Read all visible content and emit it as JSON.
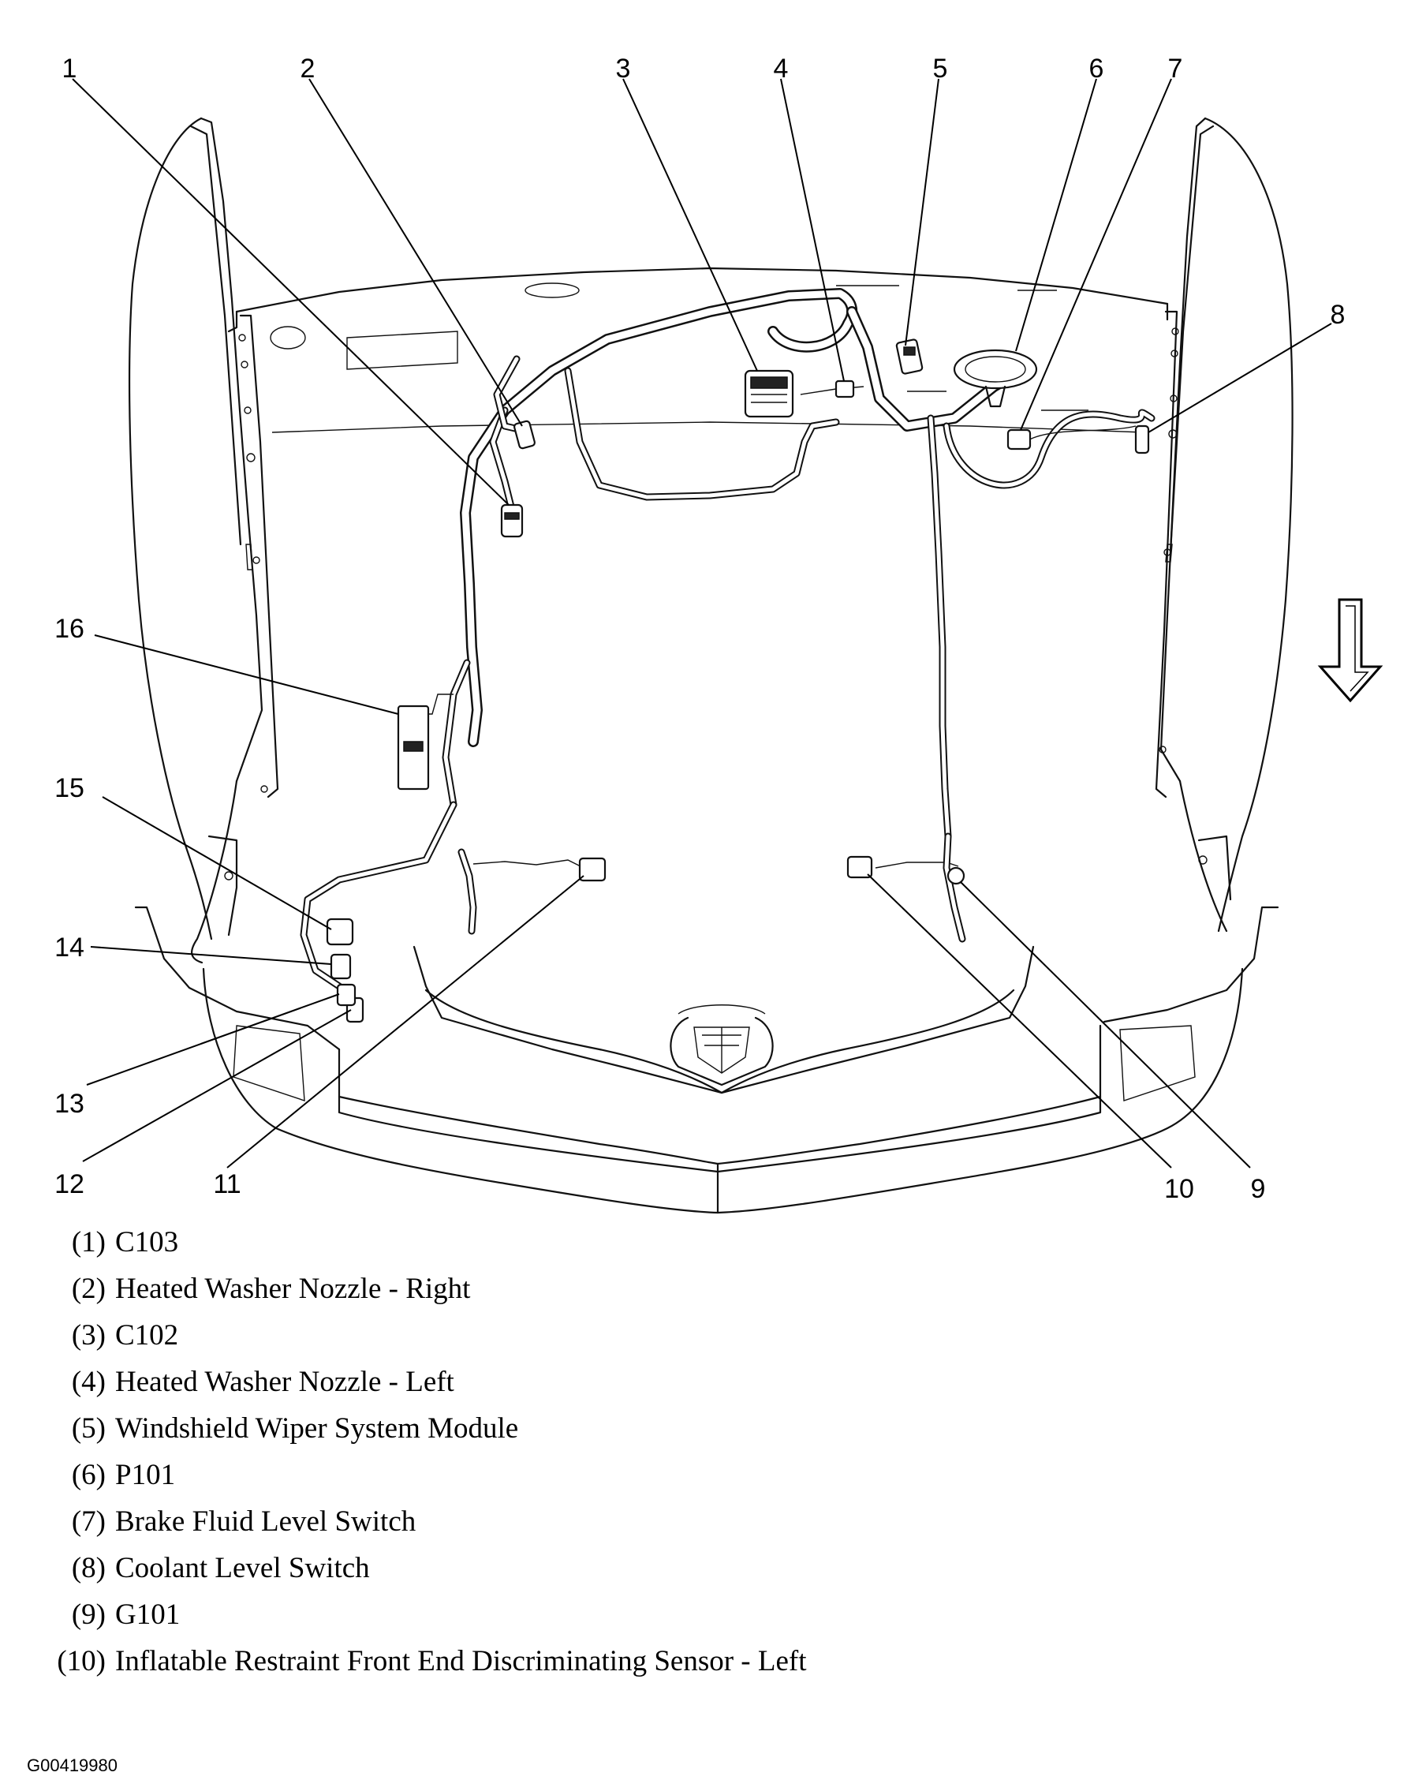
{
  "diagram": {
    "figure_id": "G00419980",
    "direction_arrow": "down-arrow-icon",
    "callouts": [
      "1",
      "2",
      "3",
      "4",
      "5",
      "6",
      "7",
      "8",
      "9",
      "10",
      "11",
      "12",
      "13",
      "14",
      "15",
      "16"
    ]
  },
  "legend": [
    {
      "num": "(1)",
      "label": "C103"
    },
    {
      "num": "(2)",
      "label": "Heated Washer Nozzle - Right"
    },
    {
      "num": "(3)",
      "label": "C102"
    },
    {
      "num": "(4)",
      "label": "Heated Washer Nozzle - Left"
    },
    {
      "num": "(5)",
      "label": "Windshield Wiper System Module"
    },
    {
      "num": "(6)",
      "label": "P101"
    },
    {
      "num": "(7)",
      "label": "Brake Fluid Level Switch"
    },
    {
      "num": "(8)",
      "label": "Coolant Level Switch"
    },
    {
      "num": "(9)",
      "label": "G101"
    },
    {
      "num": "(10)",
      "label": "Inflatable Restraint Front End Discriminating Sensor - Left"
    }
  ]
}
